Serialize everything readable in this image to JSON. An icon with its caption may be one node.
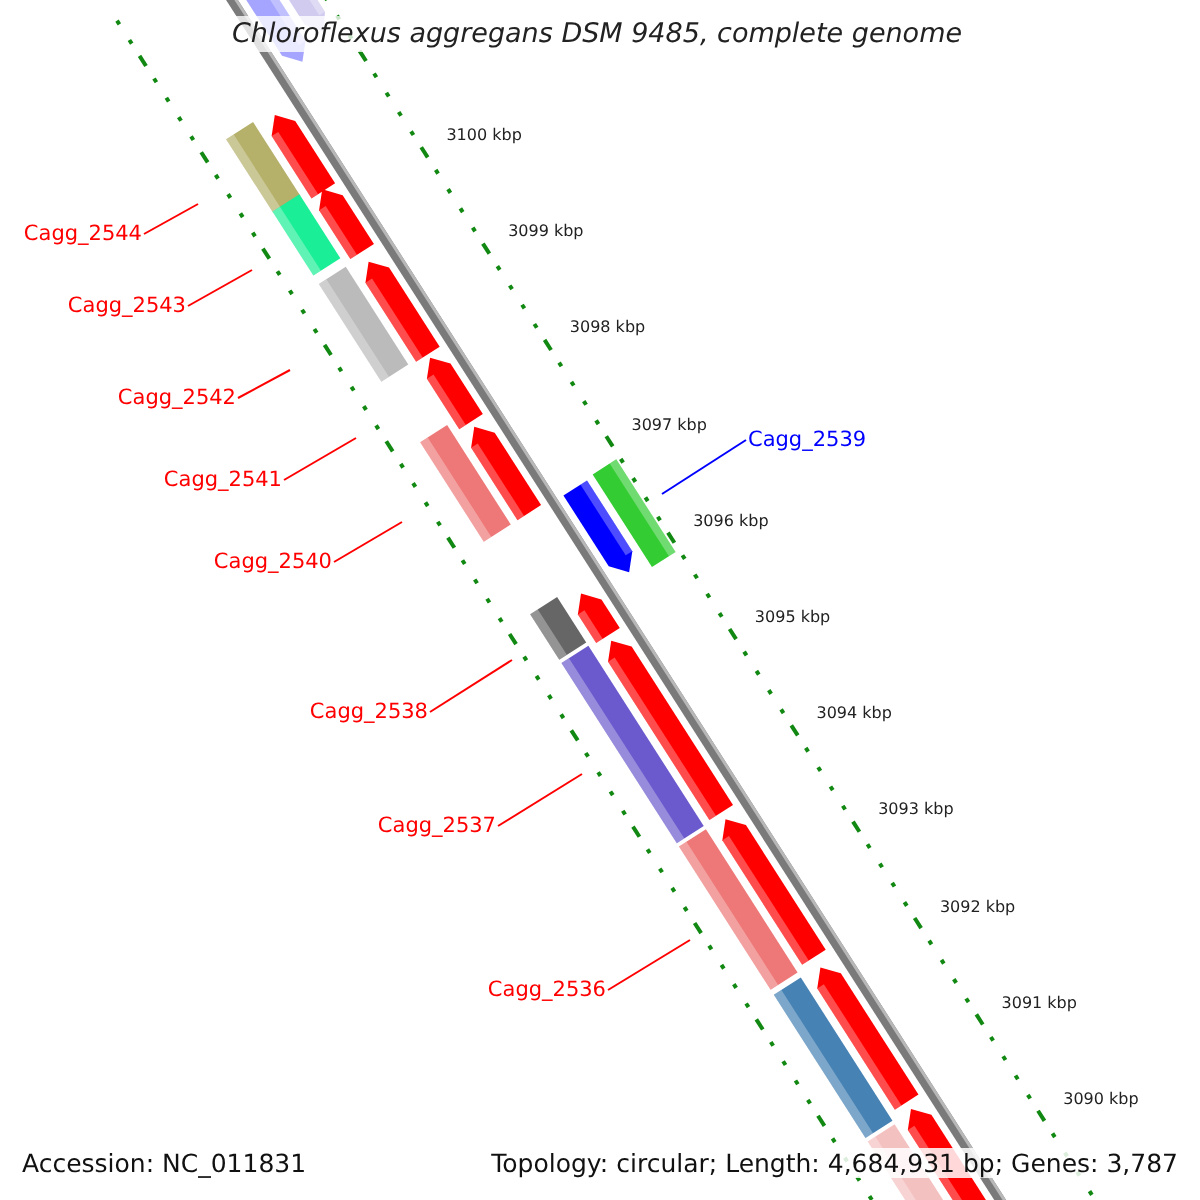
{
  "diagram": {
    "title": "Chloroflexus aggregans DSM 9485, complete genome",
    "nodes": [
      {
        "text": [
          "Cagg_2544"
        ]
      },
      {
        "text": [
          "Cagg_2543"
        ]
      },
      {
        "text": [
          "Cagg_2542"
        ]
      },
      {
        "text": [
          "Cagg_2539"
        ]
      },
      {
        "text": [
          "Cagg_2541"
        ]
      },
      {
        "text": [
          "Cagg_2540"
        ]
      },
      {
        "text": [
          "Cagg_2538"
        ]
      },
      {
        "text": [
          "Cagg_2537"
        ]
      },
      {
        "text": [
          "Cagg_2536"
        ]
      }
    ],
    "edges": [
      {
        "from": 0,
        "to": null,
        "arrow": "none"
      },
      {
        "from": 1,
        "to": null,
        "arrow": "none"
      },
      {
        "from": 2,
        "to": null,
        "arrow": "none"
      },
      {
        "from": 3,
        "to": null,
        "arrow": "none",
        "color": "#0000ff"
      },
      {
        "from": 4,
        "to": null,
        "arrow": "none"
      },
      {
        "from": 5,
        "to": null,
        "arrow": "none"
      },
      {
        "from": 6,
        "to": null,
        "arrow": "none"
      },
      {
        "from": 7,
        "to": null,
        "arrow": "none"
      },
      {
        "from": 8,
        "to": null,
        "arrow": "none"
      }
    ],
    "labels": [
      "3100 kbp",
      "3099 kbp",
      "3098 kbp",
      "3097 kbp",
      "3096 kbp",
      "3095 kbp",
      "3094 kbp",
      "3093 kbp",
      "3092 kbp",
      "3091 kbp",
      "3090 kbp",
      "Accession: NC_011831",
      "Topology: circular; Length: 4,684,931 bp; Genes: 3,787"
    ]
  }
}
